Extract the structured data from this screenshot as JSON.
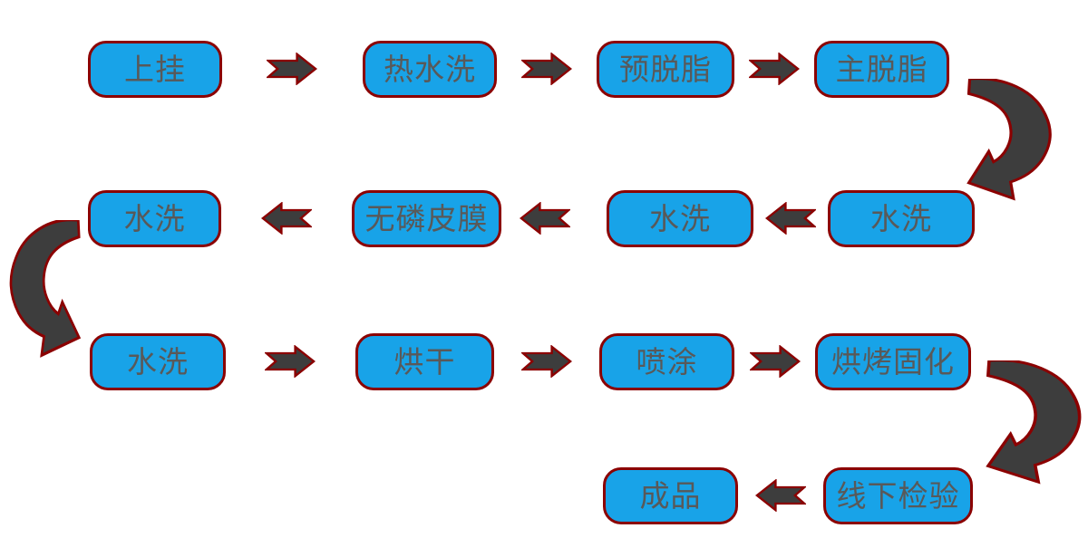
{
  "palette": {
    "node_fill": "#18a3e8",
    "node_border": "#8b0000",
    "node_text": "#595959",
    "arrow_fill": "#3d3d3d",
    "arrow_outline": "#8b0000",
    "background": "#ffffff"
  },
  "diagram_type": "process-flowchart",
  "nodes": [
    {
      "step": 1,
      "label": "上挂"
    },
    {
      "step": 2,
      "label": "热水洗"
    },
    {
      "step": 3,
      "label": "预脱脂"
    },
    {
      "step": 4,
      "label": "主脱脂"
    },
    {
      "step": 5,
      "label": "水洗"
    },
    {
      "step": 6,
      "label": "水洗"
    },
    {
      "step": 7,
      "label": "无磷皮膜"
    },
    {
      "step": 8,
      "label": "水洗"
    },
    {
      "step": 9,
      "label": "水洗"
    },
    {
      "step": 10,
      "label": "烘干"
    },
    {
      "step": 11,
      "label": "喷涂"
    },
    {
      "step": 12,
      "label": "烘烤固化"
    },
    {
      "step": 13,
      "label": "线下检验"
    },
    {
      "step": 14,
      "label": "成品"
    }
  ],
  "sequence": [
    "上挂",
    "热水洗",
    "预脱脂",
    "主脱脂",
    "水洗",
    "水洗",
    "无磷皮膜",
    "水洗",
    "水洗",
    "烘干",
    "喷涂",
    "烘烤固化",
    "线下检验",
    "成品"
  ],
  "connectors": [
    {
      "from": "上挂",
      "to": "热水洗",
      "type": "straight",
      "direction": "right"
    },
    {
      "from": "热水洗",
      "to": "预脱脂",
      "type": "straight",
      "direction": "right"
    },
    {
      "from": "预脱脂",
      "to": "主脱脂",
      "type": "straight",
      "direction": "right"
    },
    {
      "from": "主脱脂",
      "to": "水洗",
      "type": "curved",
      "direction": "down-left"
    },
    {
      "from": "水洗",
      "to": "水洗",
      "type": "straight",
      "direction": "left"
    },
    {
      "from": "水洗",
      "to": "无磷皮膜",
      "type": "straight",
      "direction": "left"
    },
    {
      "from": "无磷皮膜",
      "to": "水洗",
      "type": "straight",
      "direction": "left"
    },
    {
      "from": "水洗",
      "to": "水洗",
      "type": "curved",
      "direction": "down-right"
    },
    {
      "from": "水洗",
      "to": "烘干",
      "type": "straight",
      "direction": "right"
    },
    {
      "from": "烘干",
      "to": "喷涂",
      "type": "straight",
      "direction": "right"
    },
    {
      "from": "喷涂",
      "to": "烘烤固化",
      "type": "straight",
      "direction": "right"
    },
    {
      "from": "烘烤固化",
      "to": "线下检验",
      "type": "curved",
      "direction": "down-left"
    },
    {
      "from": "线下检验",
      "to": "成品",
      "type": "straight",
      "direction": "left"
    }
  ]
}
